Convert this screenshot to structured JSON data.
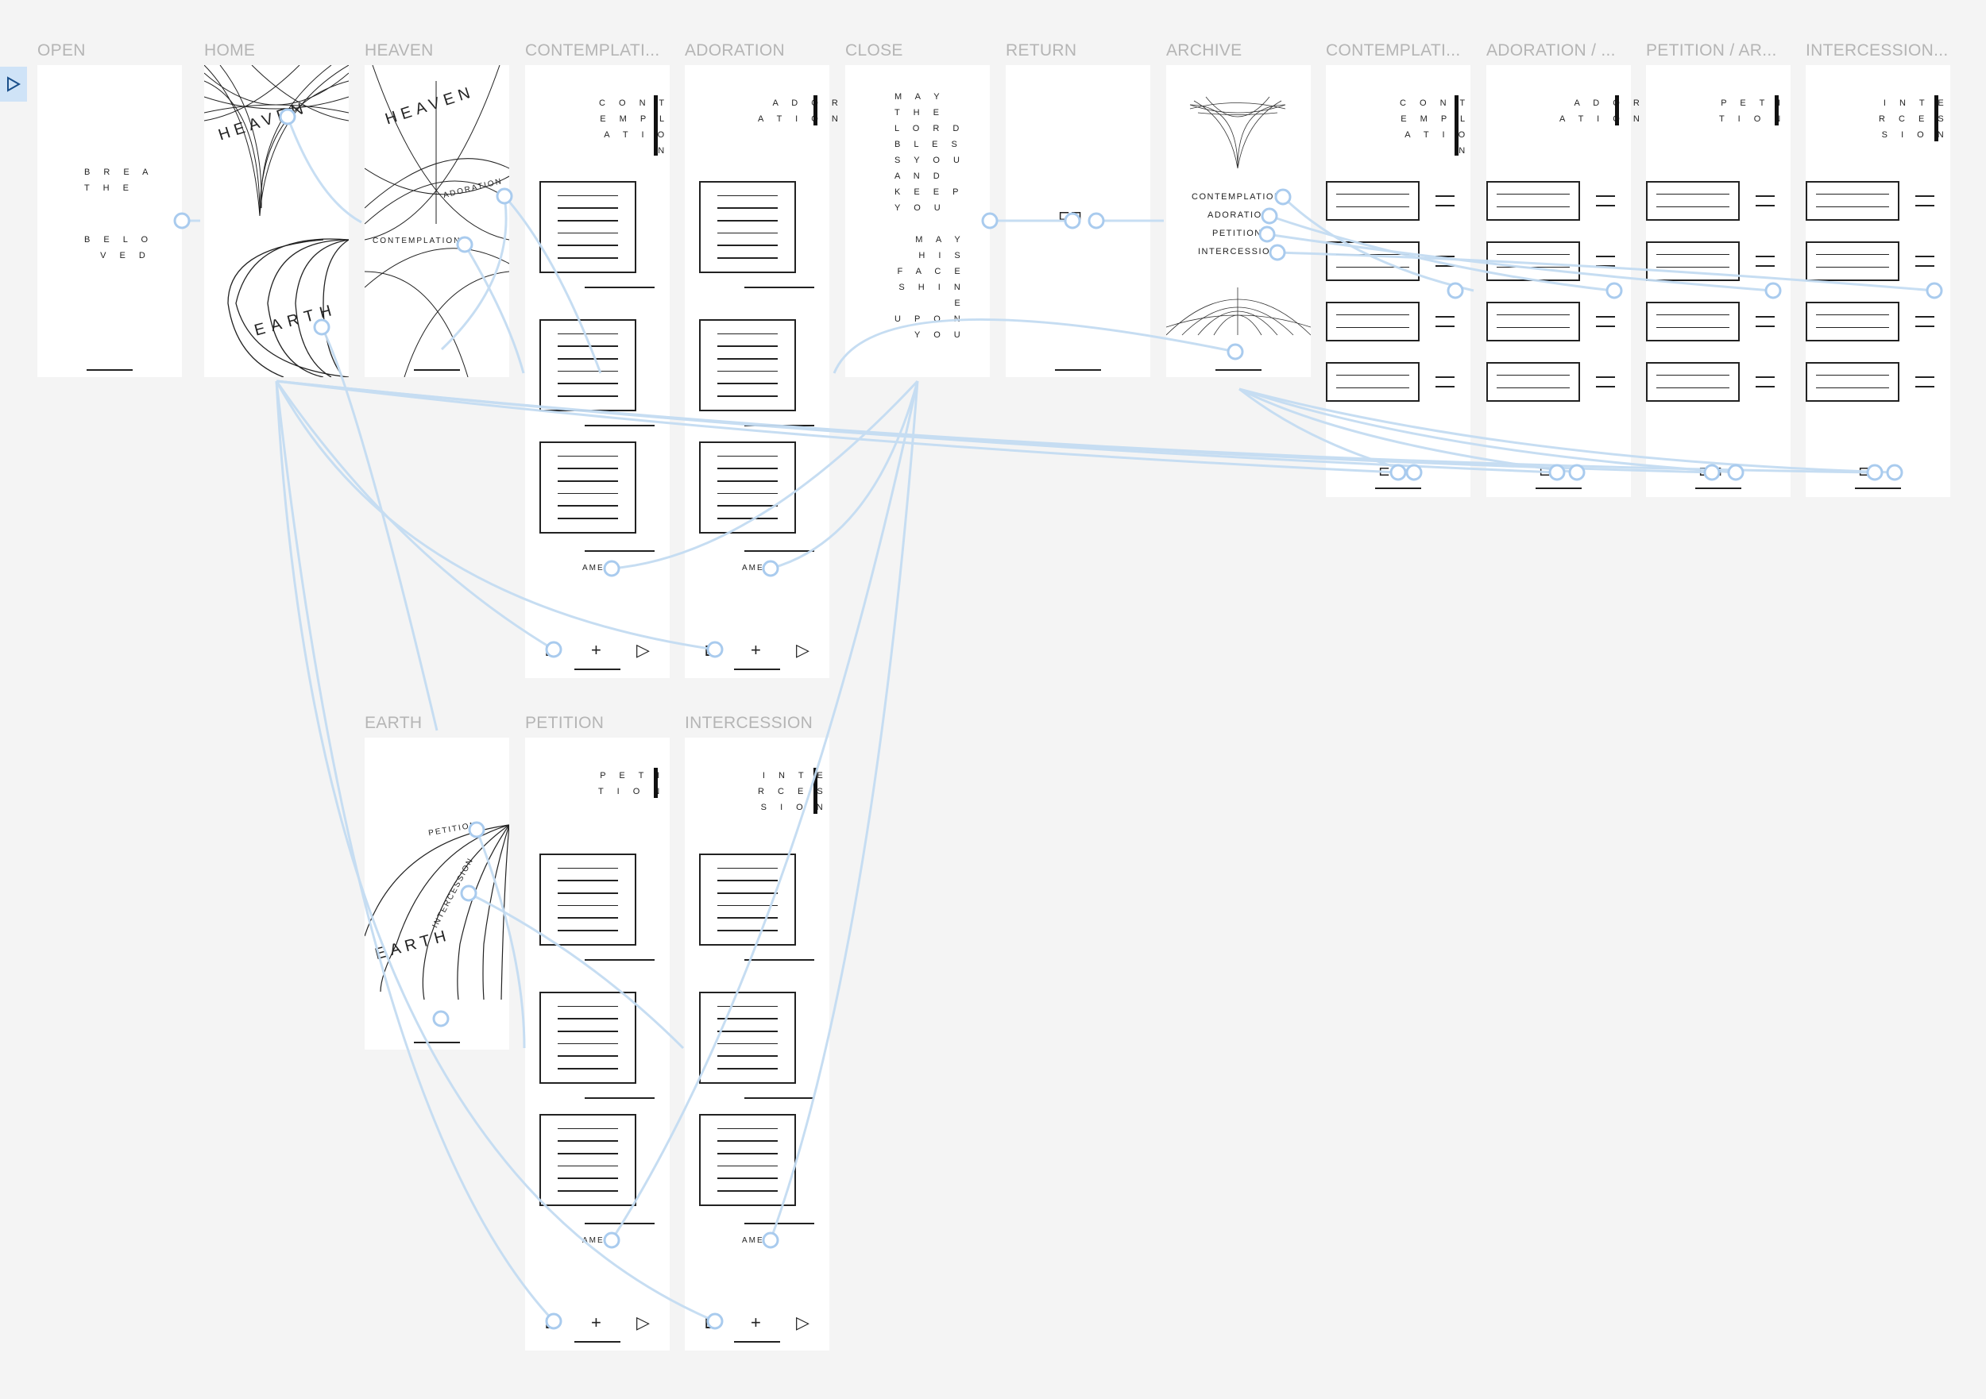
{
  "canvas": {
    "background": "#f4f4f4",
    "link_color": "#c4dcf2"
  },
  "toolbar": {
    "play_icon": "play-icon"
  },
  "artboards": {
    "open": {
      "title": "OPEN",
      "text1": "B R E A\nT H E",
      "text2": "B E L O\n  V E D"
    },
    "home": {
      "title": "HOME",
      "heaven_word": "HEAVEN",
      "earth_word": "EARTH"
    },
    "heaven": {
      "title": "HEAVEN",
      "word": "HEAVEN",
      "link1": "ADORATION",
      "link2": "CONTEMPLATION"
    },
    "contemplation": {
      "title": "CONTEMPLATI...",
      "heading": "C O N T\nE M P L\nA T I O\nN",
      "amen": "AMEN"
    },
    "adoration": {
      "title": "ADORATION",
      "heading": "A D O R\nA T I O N",
      "amen": "AMEN"
    },
    "close": {
      "title": "CLOSE",
      "text1": "M A Y\nT H E\nL O R D\nB L E S\nS Y O U\nA N D\nK E E P\nY O U",
      "text2": "M A Y\nH I S\nF A C E\nS H I N\nE\nU P O N\nY O U"
    },
    "return": {
      "title": "RETURN"
    },
    "archive": {
      "title": "ARCHIVE",
      "item1": "CONTEMPLATION",
      "item2": "ADORATION",
      "item3": "PETITION",
      "item4": "INTERCESSION"
    },
    "arch_contemplation": {
      "title": "CONTEMPLATI...",
      "heading": "C O N T\nE M P L\nA T I O\nN"
    },
    "arch_adoration": {
      "title": "ADORATION / ...",
      "heading": "A D O R\nA T I O N"
    },
    "arch_petition": {
      "title": "PETITION / AR...",
      "heading": "P E T I\nT I O N"
    },
    "arch_intercession": {
      "title": "INTERCESSION...",
      "heading": "I N T E\nR C E S\nS I O N"
    },
    "earth": {
      "title": "EARTH",
      "word": "EARTH",
      "link1": "PETITION",
      "link2": "INTERCESSION"
    },
    "petition": {
      "title": "PETITION",
      "heading": "P E T I\nT I O N",
      "amen": "AMEN"
    },
    "intercession": {
      "title": "INTERCESSION",
      "heading": "I N T E\nR C E S\nS I O N",
      "amen": "AMEN"
    }
  },
  "footer": {
    "back_icon": "back-icon",
    "plus_label": "+",
    "play_icon": "play-icon"
  }
}
